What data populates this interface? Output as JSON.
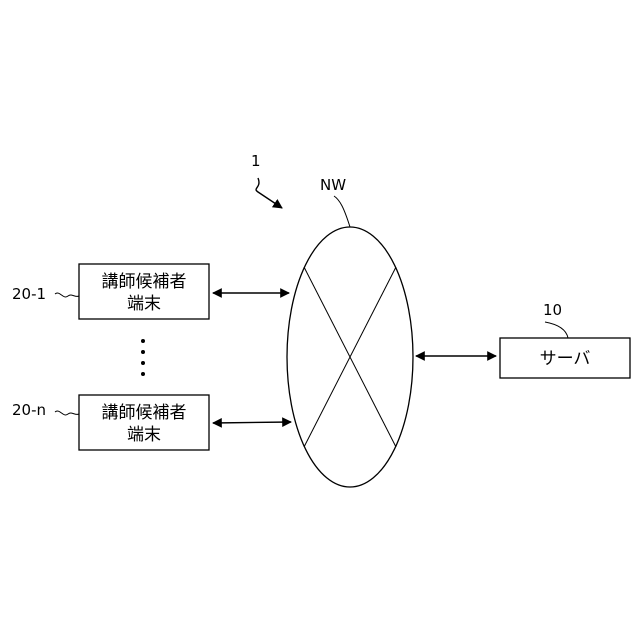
{
  "system_label": "1",
  "network": {
    "label": "NW"
  },
  "terminals": [
    {
      "ref": "20-1",
      "line1": "講師候補者",
      "line2": "端末"
    },
    {
      "ref": "20-n",
      "line1": "講師候補者",
      "line2": "端末"
    }
  ],
  "server": {
    "ref": "10",
    "label": "サーバ"
  }
}
